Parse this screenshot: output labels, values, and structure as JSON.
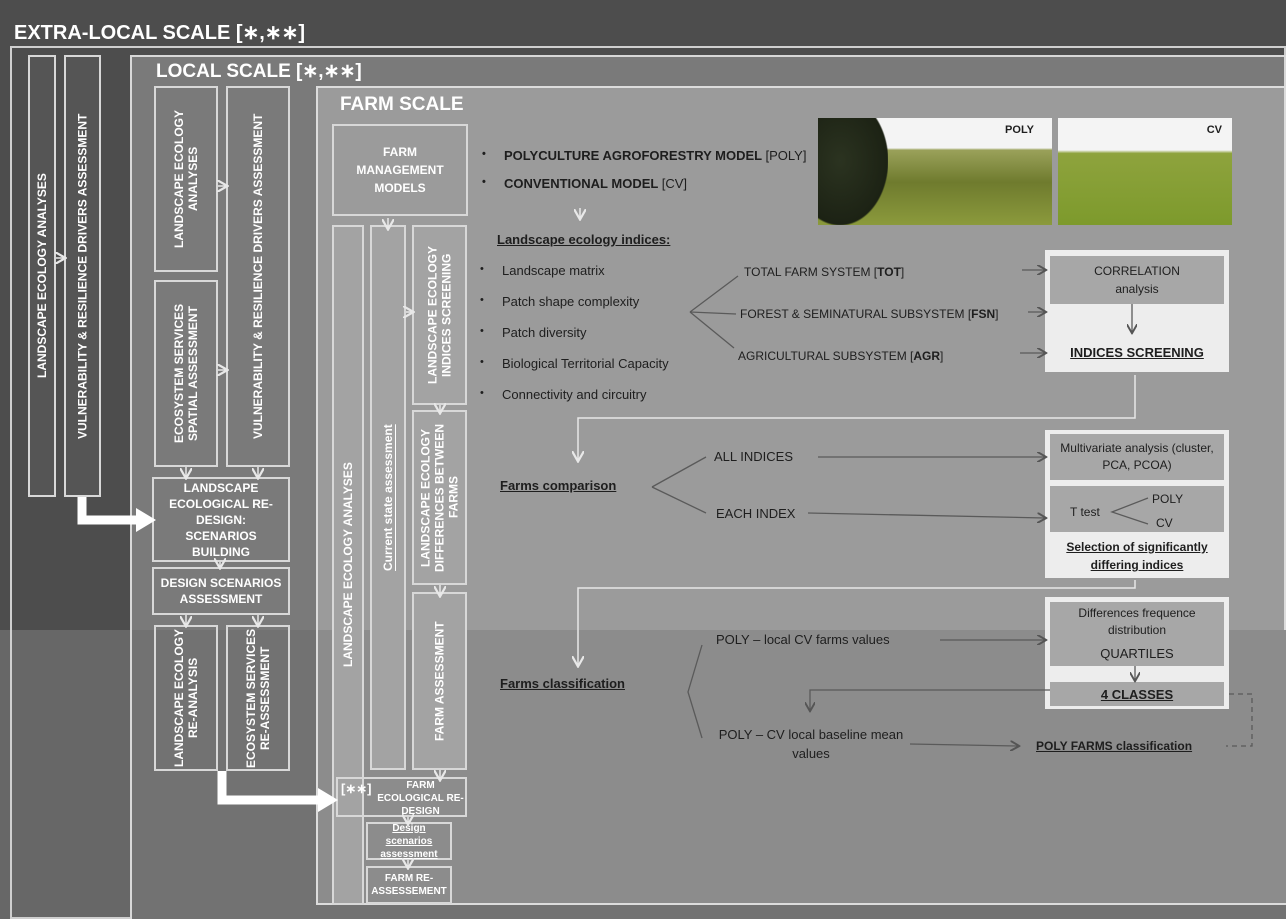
{
  "extra_local": {
    "title": "EXTRA-LOCAL SCALE [∗,∗∗]",
    "col1": "LANDSCAPE ECOLOGY ANALYSES",
    "col2": "VULNERABILITY & RESILIENCE DRIVERS ASSESSMENT"
  },
  "local": {
    "title": "LOCAL SCALE [∗,∗∗]",
    "le_analyses": "LANDSCAPE ECOLOGY ANALYSES",
    "vuln": "VULNERABILITY & RESILIENCE DRIVERS ASSESSMENT",
    "es_spatial": "ECOSYSTEM SERVICES SPATIAL ASSESSMENT",
    "redesign": "LANDSCAPE ECOLOGICAL RE-DESIGN: SCENARIOS BUILDING",
    "design_assessment": "DESIGN SCENARIOS ASSESSMENT",
    "le_reanalysis": "LANDSCAPE ECOLOGY RE-ANALYSIS",
    "es_reassessment": "ECOSYSTEM SERVICES RE-ASSESSMENT"
  },
  "farm": {
    "title": "FARM SCALE",
    "management_models": "FARM MANAGEMENT MODELS",
    "model_poly": "POLYCULTURE AGROFORESTRY MODEL",
    "model_poly_tag": "[POLY]",
    "model_cv": "CONVENTIONAL MODEL",
    "model_cv_tag": "[CV]",
    "photo_poly": "POLY",
    "photo_cv": "CV",
    "le_analyses_col": "LANDSCAPE ECOLOGY ANALYSES",
    "current_state": "Current state assessment",
    "indices_screening_col": "LANDSCAPE ECOLOGY INDICES SCREENING",
    "differences_col": "LANDSCAPE ECOLOGY DIFFERENCES BETWEEN FARMS",
    "farm_assessment_col": "FARM ASSESSMENT",
    "redesign_tag": "[∗∗]",
    "redesign": "FARM ECOLOGICAL RE-DESIGN",
    "design_scenarios": "Design scenarios assessment",
    "reassessment": "FARM RE-ASSESSEMENT"
  },
  "indices": {
    "heading": "Landscape ecology indices:",
    "items": [
      "Landscape matrix",
      "Patch shape complexity",
      "Patch diversity",
      "Biological Territorial Capacity",
      "Connectivity and circuitry"
    ],
    "tot": "TOTAL FARM SYSTEM [",
    "tot_b": "TOT",
    "fsn": "FOREST & SEMINATURAL SUBSYSTEM [",
    "fsn_b": "FSN",
    "agr": "AGRICULTURAL SUBSYSTEM [",
    "agr_b": "AGR",
    "close": "]",
    "correlation": "CORRELATION analysis",
    "screening": "INDICES SCREENING"
  },
  "comparison": {
    "label": "Farms comparison",
    "all": "ALL INDICES",
    "each": "EACH INDEX",
    "multivariate": "Multivariate analysis (cluster, PCA, PCOA)",
    "ttest": "T test",
    "poly": "POLY",
    "cv": "CV",
    "selection": "Selection of significantly differing indices"
  },
  "classification": {
    "label": "Farms classification",
    "branch1": "POLY – local CV farms values",
    "branch2": "POLY – CV local baseline mean values",
    "differences": "Differences frequence distribution",
    "quartiles": "QUARTILES",
    "classes": "4 CLASSES",
    "poly_farms": "POLY FARMS classification"
  },
  "colors": {
    "outer": "#4a4a4a",
    "local": "#6f6f6f",
    "farm": "#9a9a9a",
    "panel": "#e4e4e4",
    "arrow": "#ffffff"
  }
}
